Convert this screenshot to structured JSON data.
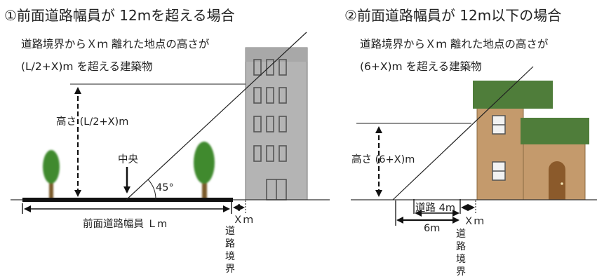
{
  "left": {
    "title": "①前面道路幅員が 12mを超える場合",
    "line1": "道路境界からＸｍ 離れた地点の高さが",
    "line2": "(L/2+X)m を超える建築物",
    "height_label": "高さ (L/2+X)m",
    "center_label": "中央",
    "angle_label": "45°",
    "width_label": "前面道路幅員 Ｌm",
    "x_label": "Ｘｍ",
    "boundary_chars": [
      "道",
      "路",
      "境",
      "界"
    ]
  },
  "right": {
    "title": "②前面道路幅員が 12m以下の場合",
    "line1": "道路境界からＸｍ 離れた地点の高さが",
    "line2": "(6+X)m を超える建築物",
    "height_label": "高さ (6+X)m",
    "road_label": "道路 4m",
    "six_label": "6m",
    "x_label": "Ｘｍ",
    "boundary_chars": [
      "道",
      "路",
      "境",
      "界"
    ]
  },
  "colors": {
    "building_gray": "#b4b4b4",
    "house_wall": "#c49a6c",
    "house_roof": "#4f7d3a",
    "tree": "#3f8a2e",
    "trunk": "#7a5a2a"
  }
}
